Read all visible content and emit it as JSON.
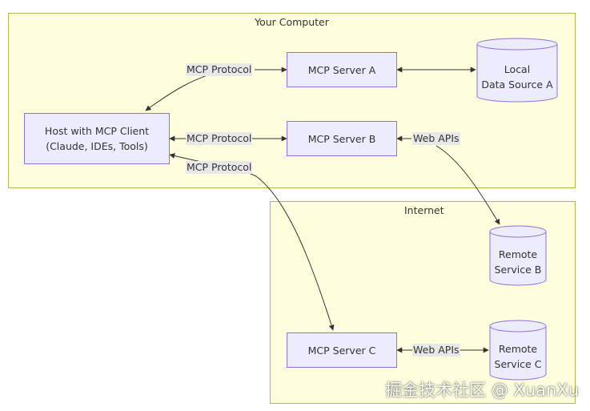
{
  "groups": {
    "your_computer": "Your Computer",
    "internet": "Internet"
  },
  "nodes": {
    "host_line1": "Host with MCP Client",
    "host_line2": "(Claude, IDEs, Tools)",
    "server_a": "MCP Server A",
    "server_b": "MCP Server B",
    "server_c": "MCP Server C",
    "local_ds_line1": "Local",
    "local_ds_line2": "Data Source A",
    "remote_b_line1": "Remote",
    "remote_b_line2": "Service B",
    "remote_c_line1": "Remote",
    "remote_c_line2": "Service C"
  },
  "edge_labels": {
    "host_a": "MCP Protocol",
    "host_b": "MCP Protocol",
    "host_c": "MCP Protocol",
    "b_remote": "Web APIs",
    "c_remote": "Web APIs"
  },
  "watermark": "掘金技术社区 @ XuanXu",
  "colors": {
    "group_fill": "#ffffde",
    "group_border": "#b8b84a",
    "node_fill": "#ececff",
    "node_border": "#9370db",
    "edge": "#333333",
    "label_bg": "#e8e8e8"
  }
}
